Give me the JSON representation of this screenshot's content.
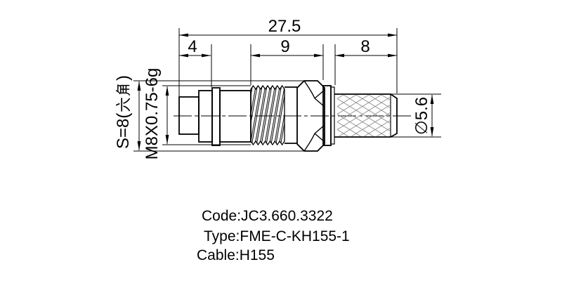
{
  "drawing": {
    "dim_overall": "27.5",
    "dim_front": "4",
    "dim_mid": "9",
    "dim_rear": "8",
    "thread_spec": "M8X0.75-6g",
    "hex_label_full": "S=8(六角)",
    "hex_label_prefix": "S=8(",
    "hex_label_cjk": "六角",
    "hex_label_suffix": ")",
    "cable_od": "∅5.6"
  },
  "info": {
    "code": "Code:JC3.660.3322",
    "type": "Type:FME-C-KH155-1",
    "cable": "Cable:H155"
  },
  "colors": {
    "line": "#000000",
    "background": "#ffffff",
    "knurl_hatch": "#8a8a8a"
  }
}
